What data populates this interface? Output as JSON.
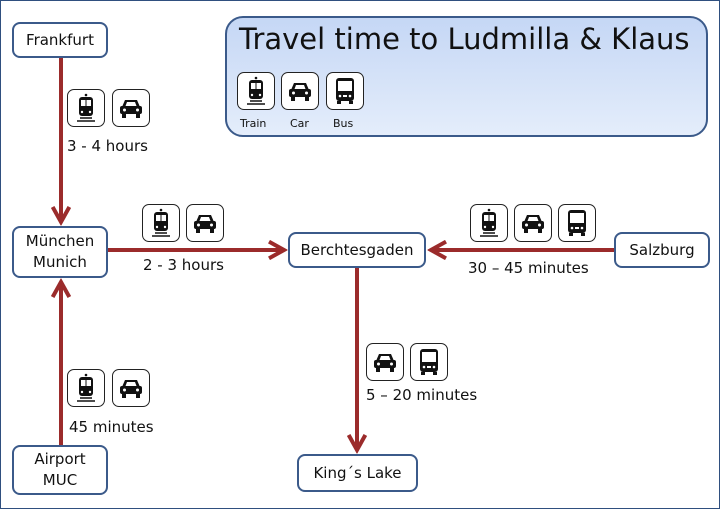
{
  "title": "Travel time to Ludmilla & Klaus",
  "legend": [
    {
      "icon": "train-icon",
      "label": "Train"
    },
    {
      "icon": "car-icon",
      "label": "Car"
    },
    {
      "icon": "bus-icon",
      "label": "Bus"
    }
  ],
  "nodes": {
    "frankfurt": [
      "Frankfurt"
    ],
    "munich": [
      "München",
      "Munich"
    ],
    "airport": [
      "Airport",
      "MUC"
    ],
    "berchtesgaden": [
      "Berchtesgaden"
    ],
    "salzburg": [
      "Salzburg"
    ],
    "kings_lake": [
      "King´s Lake"
    ]
  },
  "routes": {
    "frankfurt_munich": {
      "modes": [
        "train",
        "car"
      ],
      "time": "3 - 4 hours"
    },
    "munich_berchtesgaden": {
      "modes": [
        "train",
        "car"
      ],
      "time": "2 - 3 hours"
    },
    "salzburg_berchtesgaden": {
      "modes": [
        "train",
        "car",
        "bus"
      ],
      "time": "30 – 45 minutes"
    },
    "berchtesgaden_kings_lake": {
      "modes": [
        "car",
        "bus"
      ],
      "time": "5 – 20 minutes"
    },
    "airport_munich": {
      "modes": [
        "train",
        "car"
      ],
      "time": "45 minutes"
    }
  },
  "colors": {
    "arrow": "#9b2b2b",
    "border": "#3b5a8a",
    "title_bg": "#d3e1f8"
  }
}
